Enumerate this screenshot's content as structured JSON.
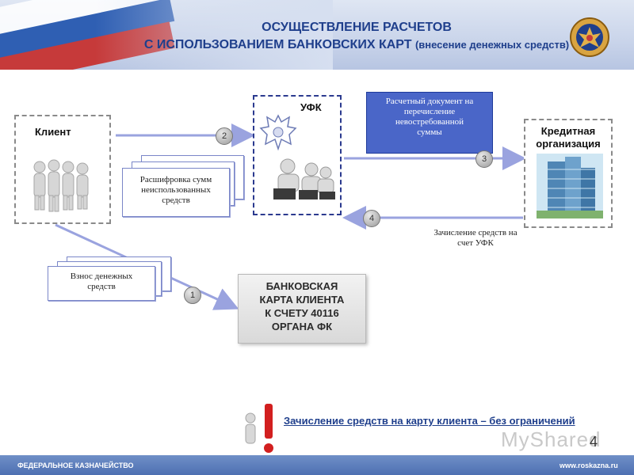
{
  "header": {
    "title_line1": "ОСУЩЕСТВЛЕНИЕ РАСЧЕТОВ",
    "title_line2": "С ИСПОЛЬЗОВАНИЕМ БАНКОВСКИХ КАРТ",
    "title_paren": "(внесение денежных средств)"
  },
  "nodes": {
    "client": "Клиент",
    "ufk": "УФК",
    "bank_line1": "Кредитная",
    "bank_line2": "организация"
  },
  "documents": {
    "decode": [
      "Расшифровка сумм",
      "неиспользованных",
      "средств"
    ],
    "deposit": [
      "Взнос денежных",
      "средств"
    ],
    "payment": [
      "Расчетный документ на",
      "перечисление",
      "невостребованной",
      "суммы"
    ]
  },
  "labels": {
    "credit_line1": "Зачисление средств на",
    "credit_line2": "счет УФК"
  },
  "card": [
    "БАНКОВСКАЯ",
    "КАРТА КЛИЕНТА",
    "К СЧЕТУ 40116",
    "ОРГАНА ФК"
  ],
  "steps": [
    "1",
    "2",
    "3",
    "4"
  ],
  "note": "Зачисление средств на карту клиента – без ограничений",
  "footer": {
    "left": "ФЕДЕРАЛЬНОЕ КАЗНАЧЕЙСТВО",
    "right": "www.roskazna.ru"
  },
  "slide_number": "4",
  "watermark": "MyShared",
  "colors": {
    "arrow": "#9aa3df",
    "title": "#1f3f8c",
    "callout": "#4a66c8",
    "exclaim": "#d21f1f"
  }
}
